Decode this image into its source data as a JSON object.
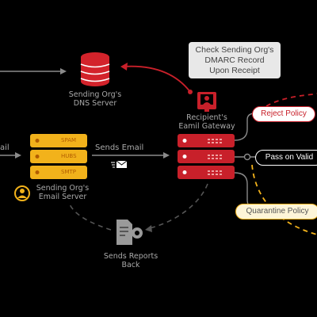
{
  "labels": {
    "dns_server": "Sending Org's\nDNS Server",
    "callout": "Check Sending Org's\nDMARC Record\nUpon Receipt",
    "gateway": "Recipient's\nEamil Gateway",
    "email_left": "ail",
    "sends_email": "Sends Email",
    "email_server": "Sending Org's\nEmail Server",
    "sends_reports": "Sends Reports\nBack",
    "reject_policy": "Reject Policy",
    "pass_on_valid": "Pass on Valid",
    "quarantine_policy": "Quarantine Policy",
    "server_rows": [
      "SPAM",
      "HUBS",
      "SMTP"
    ]
  },
  "colors": {
    "background": "#000000",
    "red": "#c8202a",
    "yellow": "#f2b21b",
    "gray_line": "#8a8a8a",
    "dashed_gray": "#555555"
  }
}
